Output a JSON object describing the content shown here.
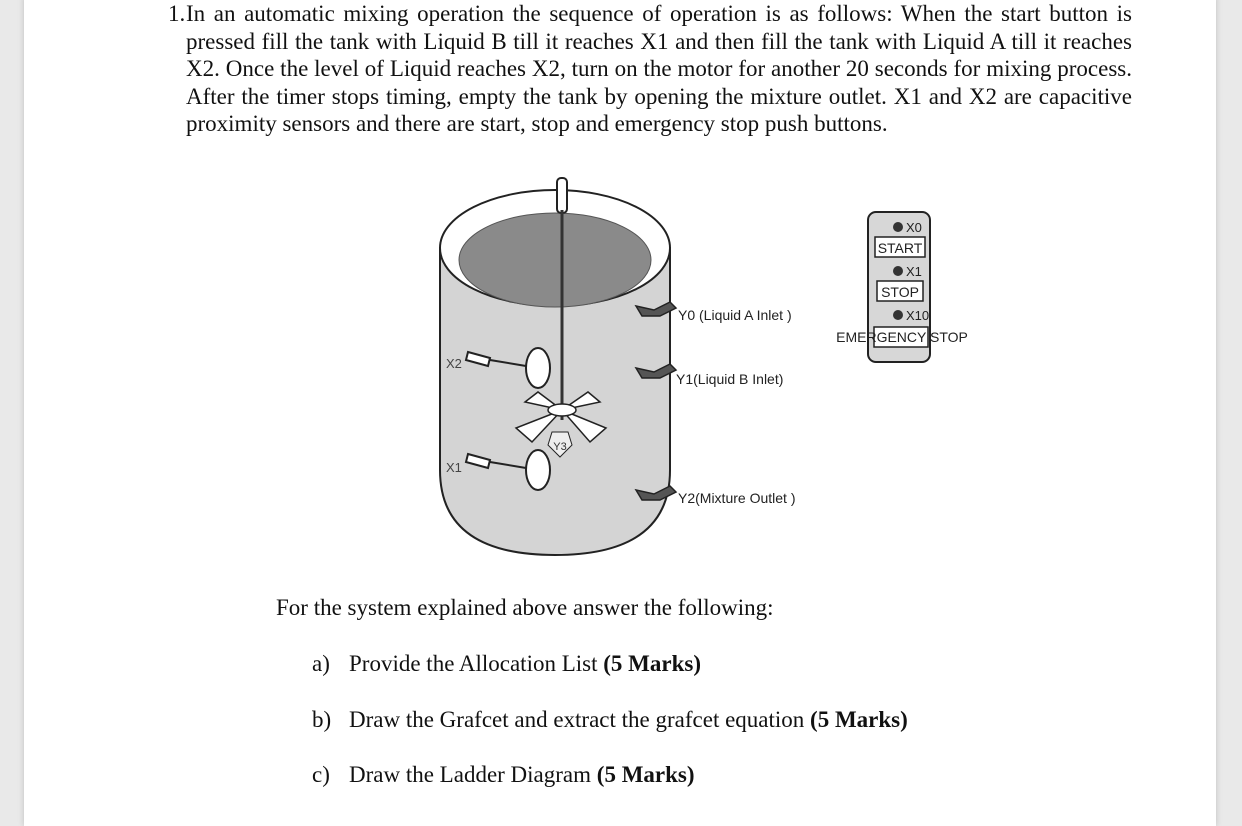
{
  "question": {
    "number": "1.",
    "text": "In an automatic mixing operation the sequence of operation is as follows: When the start button is pressed fill the tank with Liquid B till it reaches X1 and then fill the tank with Liquid A till it reaches X2. Once the level of Liquid reaches X2, turn on the motor for another 20 seconds for mixing process. After the timer stops timing, empty the tank by opening the mixture outlet. X1 and X2 are capacitive proximity sensors and there are start, stop and emergency stop push buttons."
  },
  "diagram": {
    "valves": {
      "y0": "Y0 (Liquid A Inlet )",
      "y1": "Y1(Liquid B Inlet)",
      "y2": "Y2(Mixture Outlet )"
    },
    "sensors": {
      "x2": "X2",
      "x1": "X1"
    },
    "motor": "Y3",
    "panel": {
      "x0": "X0",
      "start": "START",
      "x1": "X1",
      "stop": "STOP",
      "x10": "X10",
      "emergency": "EMERGENCY STOP"
    }
  },
  "intro": "For the system explained above answer the following:",
  "items": [
    {
      "label": "a)",
      "text": "Provide the Allocation List ",
      "marks": "(5 Marks)"
    },
    {
      "label": "b)",
      "text": "Draw the Grafcet and extract the grafcet equation ",
      "marks": "(5 Marks)"
    },
    {
      "label": "c)",
      "text": "Draw the Ladder Diagram ",
      "marks": "(5 Marks)"
    }
  ]
}
